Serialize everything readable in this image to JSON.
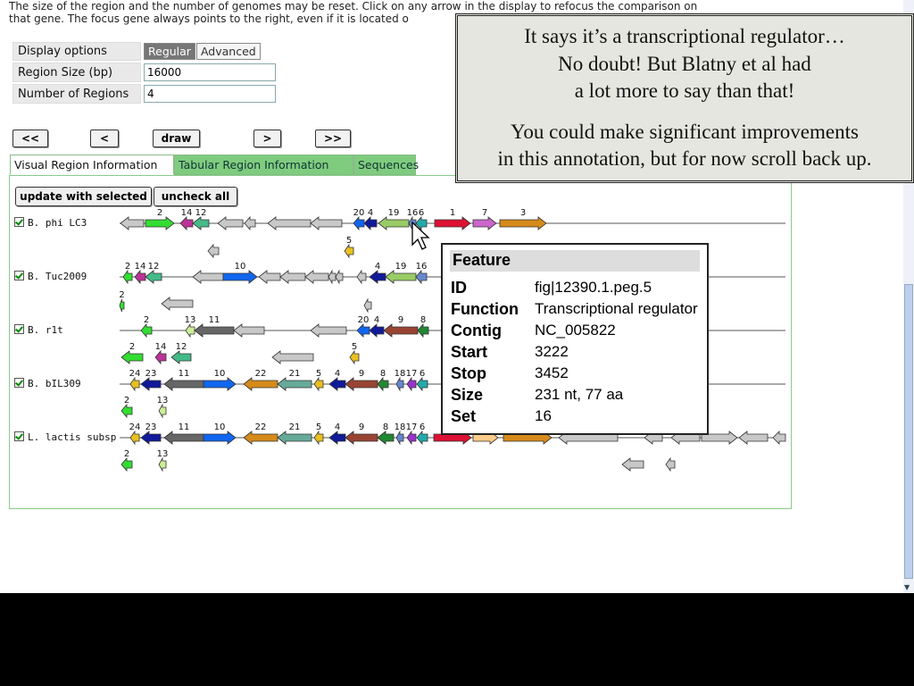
{
  "intro": {
    "line1": "The size of the region and the number of genomes may be reset. Click on any arrow in the display to refocus the comparison on",
    "line2": "that gene. The focus gene always points to the right, even if it is located o"
  },
  "options": {
    "display_label": "Display options",
    "regular": "Regular",
    "advanced": "Advanced",
    "region_size_label": "Region Size (bp)",
    "region_size_value": "16000",
    "num_regions_label": "Number of Regions",
    "num_regions_value": "4"
  },
  "nav": {
    "first": "<<",
    "prev": "<",
    "draw": "draw",
    "next": ">",
    "last": ">>"
  },
  "tabs": [
    "Visual Region Information",
    "Tabular Region Information",
    "Sequences"
  ],
  "actions": {
    "update": "update with selected",
    "uncheck": "uncheck all"
  },
  "organisms": [
    "B. phi LC3",
    "B. Tuc2009",
    "B. r1t",
    "B. bIL309",
    "L. lactis subsp"
  ],
  "callout": {
    "line1": "It says it’s a transcriptional regulator…",
    "line2": "No doubt! But Blatny et al had",
    "line3": "a lot more to say than that!",
    "line4": "You could make significant improvements",
    "line5": "in this annotation, but for now scroll back up."
  },
  "feature": {
    "title": "Feature",
    "rows": [
      {
        "key": "ID",
        "value": "fig|12390.1.peg.5"
      },
      {
        "key": "Function",
        "value": "Transcriptional regulator"
      },
      {
        "key": "Contig",
        "value": "NC_005822"
      },
      {
        "key": "Start",
        "value": "3222"
      },
      {
        "key": "Stop",
        "value": "3452"
      },
      {
        "key": "Size",
        "value": "231 nt, 77 aa"
      },
      {
        "key": "Set",
        "value": "16"
      }
    ]
  },
  "gene_colors": {
    "gray": "#c8c8c8",
    "green": "#33dd33",
    "magenta": "#bb3399",
    "teal": "#44bb88",
    "blue": "#1166ee",
    "navy": "#111a99",
    "olive": "#99cc66",
    "steel": "#6688cc",
    "cyan": "#22aaaa",
    "red": "#dd1133",
    "violet": "#cc66cc",
    "orange": "#d58a1a",
    "yellow": "#e8c020",
    "brick": "#994433",
    "darkgray": "#666666",
    "sage": "#66aa99",
    "forest": "#228833",
    "purple": "#9933cc",
    "peach": "#ffcc88",
    "lime": "#ccee99"
  }
}
